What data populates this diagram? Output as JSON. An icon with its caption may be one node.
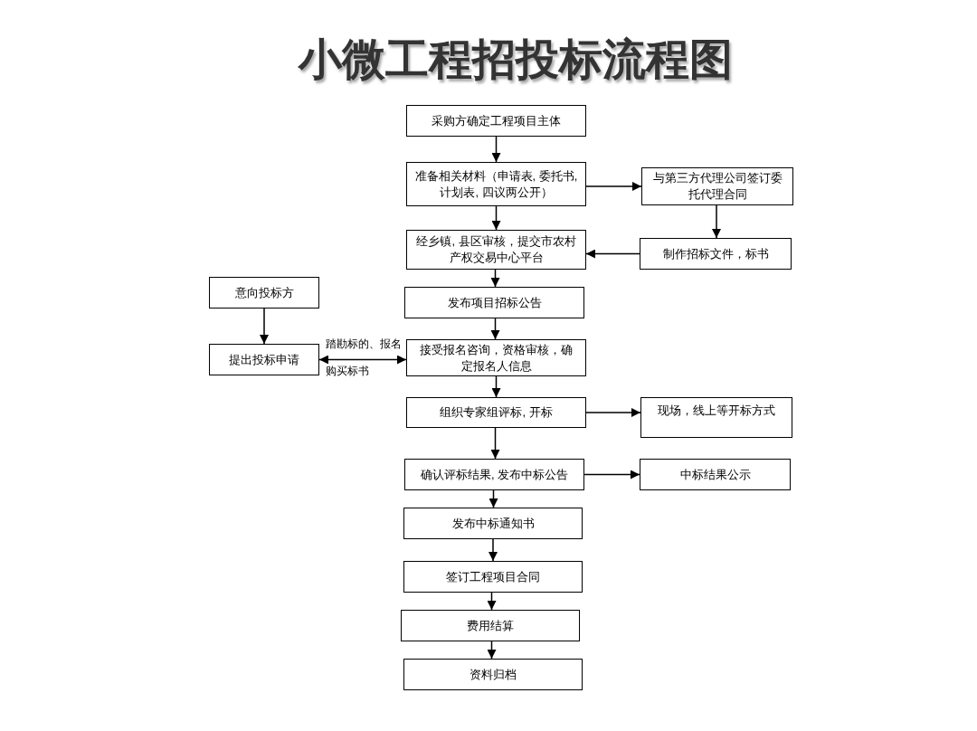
{
  "diagram": {
    "title": "小微工程招投标流程图",
    "nodes": [
      {
        "text": [
          "采购方确定工程项目主体"
        ]
      },
      {
        "text": [
          "准备相关材料（申请表, 委托书, 计划表, 四议两公开）"
        ]
      },
      {
        "text": [
          "与第三方代理公司签订委托代理合同"
        ]
      },
      {
        "text": [
          "经乡镇, 县区审核，提交市农村产权交易中心平台"
        ]
      },
      {
        "text": [
          "制作招标文件，标书"
        ]
      },
      {
        "text": [
          "意向投标方"
        ]
      },
      {
        "text": [
          "发布项目招标公告"
        ]
      },
      {
        "text": [
          "提出投标申请"
        ]
      },
      {
        "text": [
          "接受报名咨询，资格审核，确定报名人信息"
        ]
      },
      {
        "text": [
          "组织专家组评标, 开标"
        ]
      },
      {
        "text": [
          "现场，线上等开标方式"
        ]
      },
      {
        "text": [
          "确认评标结果, 发布中标公告"
        ]
      },
      {
        "text": [
          "中标结果公示"
        ]
      },
      {
        "text": [
          "发布中标通知书"
        ]
      },
      {
        "text": [
          "签订工程项目合同"
        ]
      },
      {
        "text": [
          "费用结算"
        ]
      },
      {
        "text": [
          "资料归档"
        ]
      }
    ],
    "edges": [
      {
        "from": 0,
        "to": 1,
        "arrow": "to"
      },
      {
        "from": 1,
        "to": 2,
        "arrow": "to"
      },
      {
        "from": 1,
        "to": 3,
        "arrow": "to"
      },
      {
        "from": 2,
        "to": 4,
        "arrow": "to"
      },
      {
        "from": 4,
        "to": 3,
        "arrow": "to"
      },
      {
        "from": 3,
        "to": 6,
        "arrow": "to"
      },
      {
        "from": 5,
        "to": 7,
        "arrow": "to"
      },
      {
        "from": 6,
        "to": 8,
        "arrow": "to"
      },
      {
        "from": 7,
        "to": 8,
        "arrow": "both",
        "label": "踏勘标的、报名"
      },
      {
        "from": 8,
        "to": 9,
        "arrow": "to"
      },
      {
        "from": 9,
        "to": 10,
        "arrow": "to"
      },
      {
        "from": 9,
        "to": 11,
        "arrow": "to"
      },
      {
        "from": 11,
        "to": 12,
        "arrow": "to"
      },
      {
        "from": 11,
        "to": 13,
        "arrow": "to"
      },
      {
        "from": 13,
        "to": 14,
        "arrow": "to"
      },
      {
        "from": 14,
        "to": 15,
        "arrow": "to"
      },
      {
        "from": 15,
        "to": 16,
        "arrow": "to"
      }
    ],
    "labels": [
      "购买标书"
    ]
  }
}
